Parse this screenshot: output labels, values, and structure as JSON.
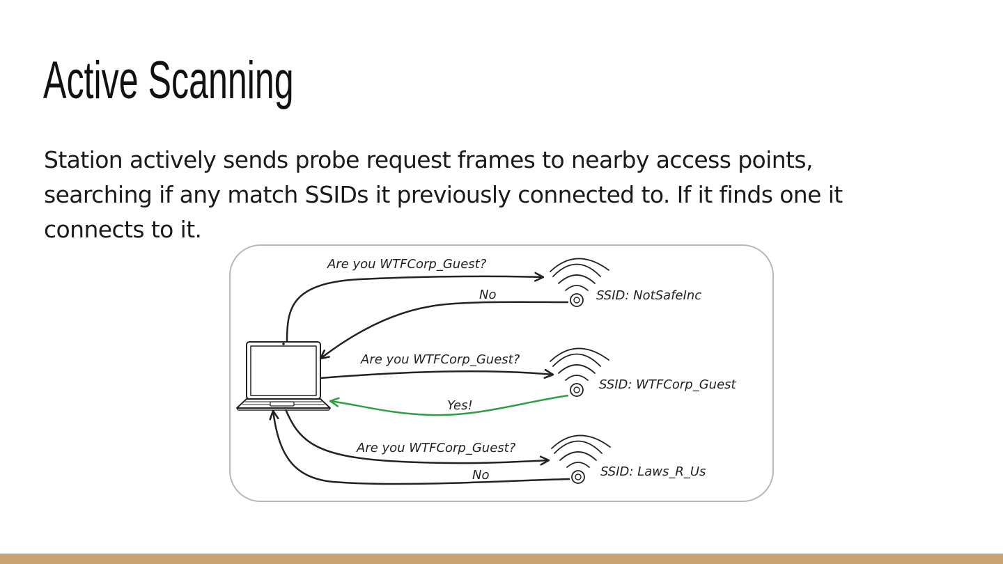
{
  "slide": {
    "title": "Active Scanning",
    "body": "Station actively sends probe request frames to nearby access points, searching if any match SSIDs it previously connected to. If it finds one it connects to it."
  },
  "diagram": {
    "laptop_icon": "laptop-icon",
    "access_point_icon": "wifi-access-point-icon",
    "access_points": [
      {
        "ssid_label": "SSID: NotSafeInc",
        "request_label": "Are you WTFCorp_Guest?",
        "response_label": "No",
        "response_color": "#222222"
      },
      {
        "ssid_label": "SSID: WTFCorp_Guest",
        "request_label": "Are you WTFCorp_Guest?",
        "response_label": "Yes!",
        "response_color": "#2e9e44"
      },
      {
        "ssid_label": "SSID: Laws_R_Us",
        "request_label": "Are you WTFCorp_Guest?",
        "response_label": "No",
        "response_color": "#222222"
      }
    ]
  },
  "colors": {
    "accent_bar": "#c9a470",
    "diagram_border": "#b8b8b8",
    "arrow": "#222222",
    "success_arrow": "#2e9e44"
  }
}
